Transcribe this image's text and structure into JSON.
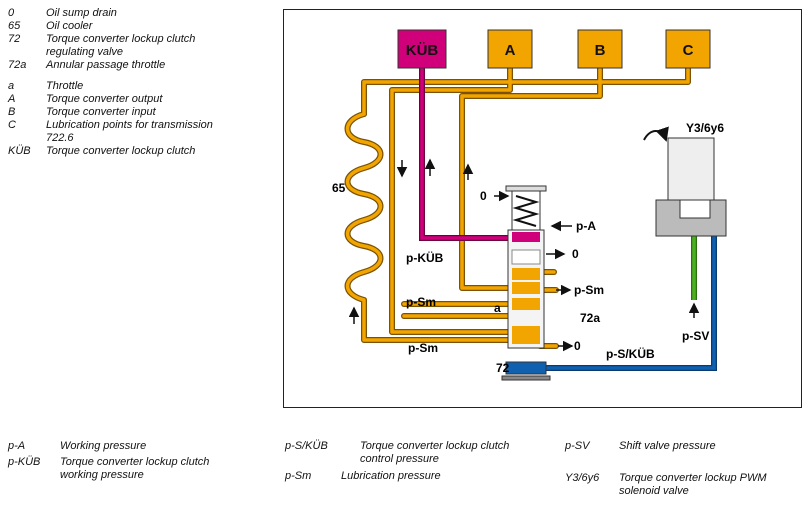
{
  "top_legend": [
    {
      "key": "0",
      "label": "Oil sump drain"
    },
    {
      "key": "65",
      "label": "Oil cooler"
    },
    {
      "key": "72",
      "label": "Torque converter lockup clutch regulating valve"
    },
    {
      "key": "72a",
      "label": "Annular passage throttle"
    },
    {
      "key": "a",
      "label": "Throttle"
    },
    {
      "key": "A",
      "label": "Torque converter output"
    },
    {
      "key": "B",
      "label": "Torque converter input"
    },
    {
      "key": "C",
      "label": "Lubrication points for transmission 722.6"
    },
    {
      "key": "KÜB",
      "label": "Torque converter lockup clutch"
    }
  ],
  "diagram": {
    "boxes": {
      "kub": "KÜB",
      "a": "A",
      "b": "B",
      "c": "C"
    },
    "labels": {
      "solenoid": "Y3/6y6",
      "cooler": "65",
      "drain_top": "0",
      "drain_mid": "0",
      "drain_low": "0",
      "pa": "p-A",
      "pkub": "p-KÜB",
      "psm_right": "p-Sm",
      "psm_left1": "p-Sm",
      "psm_left2": "p-Sm",
      "throttle": "a",
      "annular": "72a",
      "valve": "72",
      "psv": "p-SV",
      "pskub": "p-S/KÜB"
    },
    "colors": {
      "oil": "#f2a500",
      "kub": "#d0007a",
      "control": "#1060b0",
      "shift": "#4cb020"
    }
  },
  "bottom_legend": [
    {
      "key": "p-A",
      "label": "Working pressure"
    },
    {
      "key": "p-KÜB",
      "label": "Torque converter lockup clutch working pressure"
    },
    {
      "key": "p-S/KÜB",
      "label": "Torque converter lockup clutch control pressure"
    },
    {
      "key": "p-Sm",
      "label": "Lubrication pressure"
    },
    {
      "key": "p-SV",
      "label": "Shift valve pressure"
    },
    {
      "key": "Y3/6y6",
      "label": "Torque converter lockup PWM solenoid valve"
    }
  ]
}
